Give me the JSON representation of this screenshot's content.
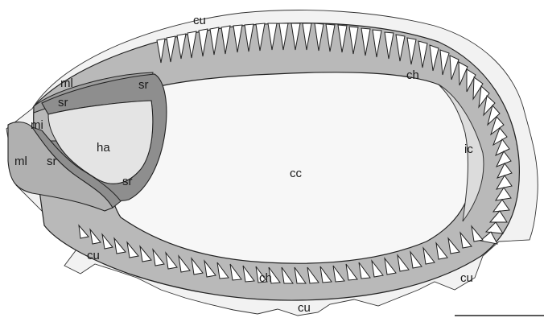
{
  "labels": {
    "cu": "cu",
    "ml": "ml",
    "sr": "sr",
    "mi": "mi",
    "ha": "ha",
    "ch": "ch",
    "cc": "cc",
    "ic": "ic"
  },
  "colors": {
    "chamber_fill": "#b9b9b9",
    "septal_fill": "#8e8e8e",
    "central_fill": "#f7f7f7",
    "cuticle_fill": "#f2f2f2",
    "outline": "#2b2b2b"
  }
}
